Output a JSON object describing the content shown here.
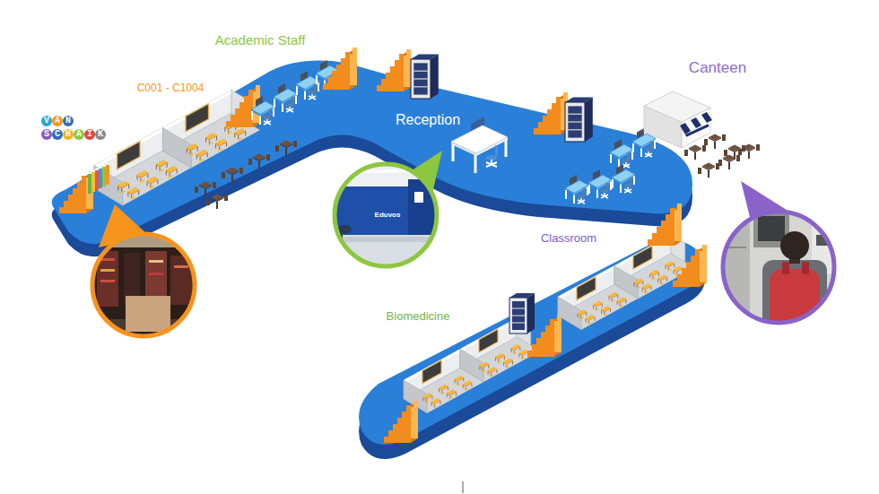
{
  "diagram": {
    "labels": [
      "Academic Staff",
      "C001 - C1004",
      "VAN",
      "SCHAIK",
      "Reception",
      "Canteen",
      "Classroom",
      "Biomedicine",
      "Eduvos"
    ]
  }
}
